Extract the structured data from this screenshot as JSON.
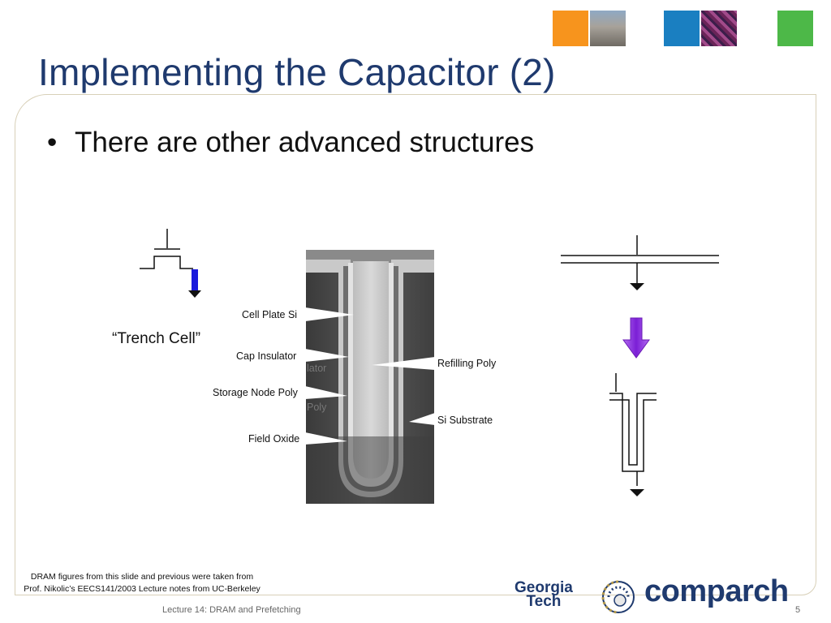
{
  "slide": {
    "title": "Implementing the Capacitor (2)",
    "bullet_symbol": "•",
    "bullet": "There are other advanced structures",
    "page_number": "5"
  },
  "diagram": {
    "trench_caption": "“Trench Cell”",
    "labels": {
      "cell_plate": "Cell Plate Si",
      "cap_insulator": "Cap Insulator",
      "storage_node": "Storage Node Poly",
      "field_oxide": "Field Oxide",
      "refilling_poly": "Refilling Poly",
      "si_substrate": "Si Substrate",
      "ghost_insulator": "lator",
      "ghost_poly": "Poly"
    },
    "arrow_colors": {
      "blue": "#1a1adc",
      "purple": "#8a2be2"
    }
  },
  "footnote": {
    "line1": "DRAM figures from this slide and previous were taken from",
    "line2": "Prof. Nikolic’s EECS141/2003 Lecture notes from UC-Berkeley"
  },
  "footer": {
    "lecture": "Lecture 14: DRAM and Prefetching"
  },
  "branding": {
    "gt_line1": "Georgia",
    "gt_line2": "Tech",
    "comparch": "comparch",
    "thumb_colors": [
      "#f7941d",
      "#1a7fc1",
      "#4db848"
    ]
  }
}
